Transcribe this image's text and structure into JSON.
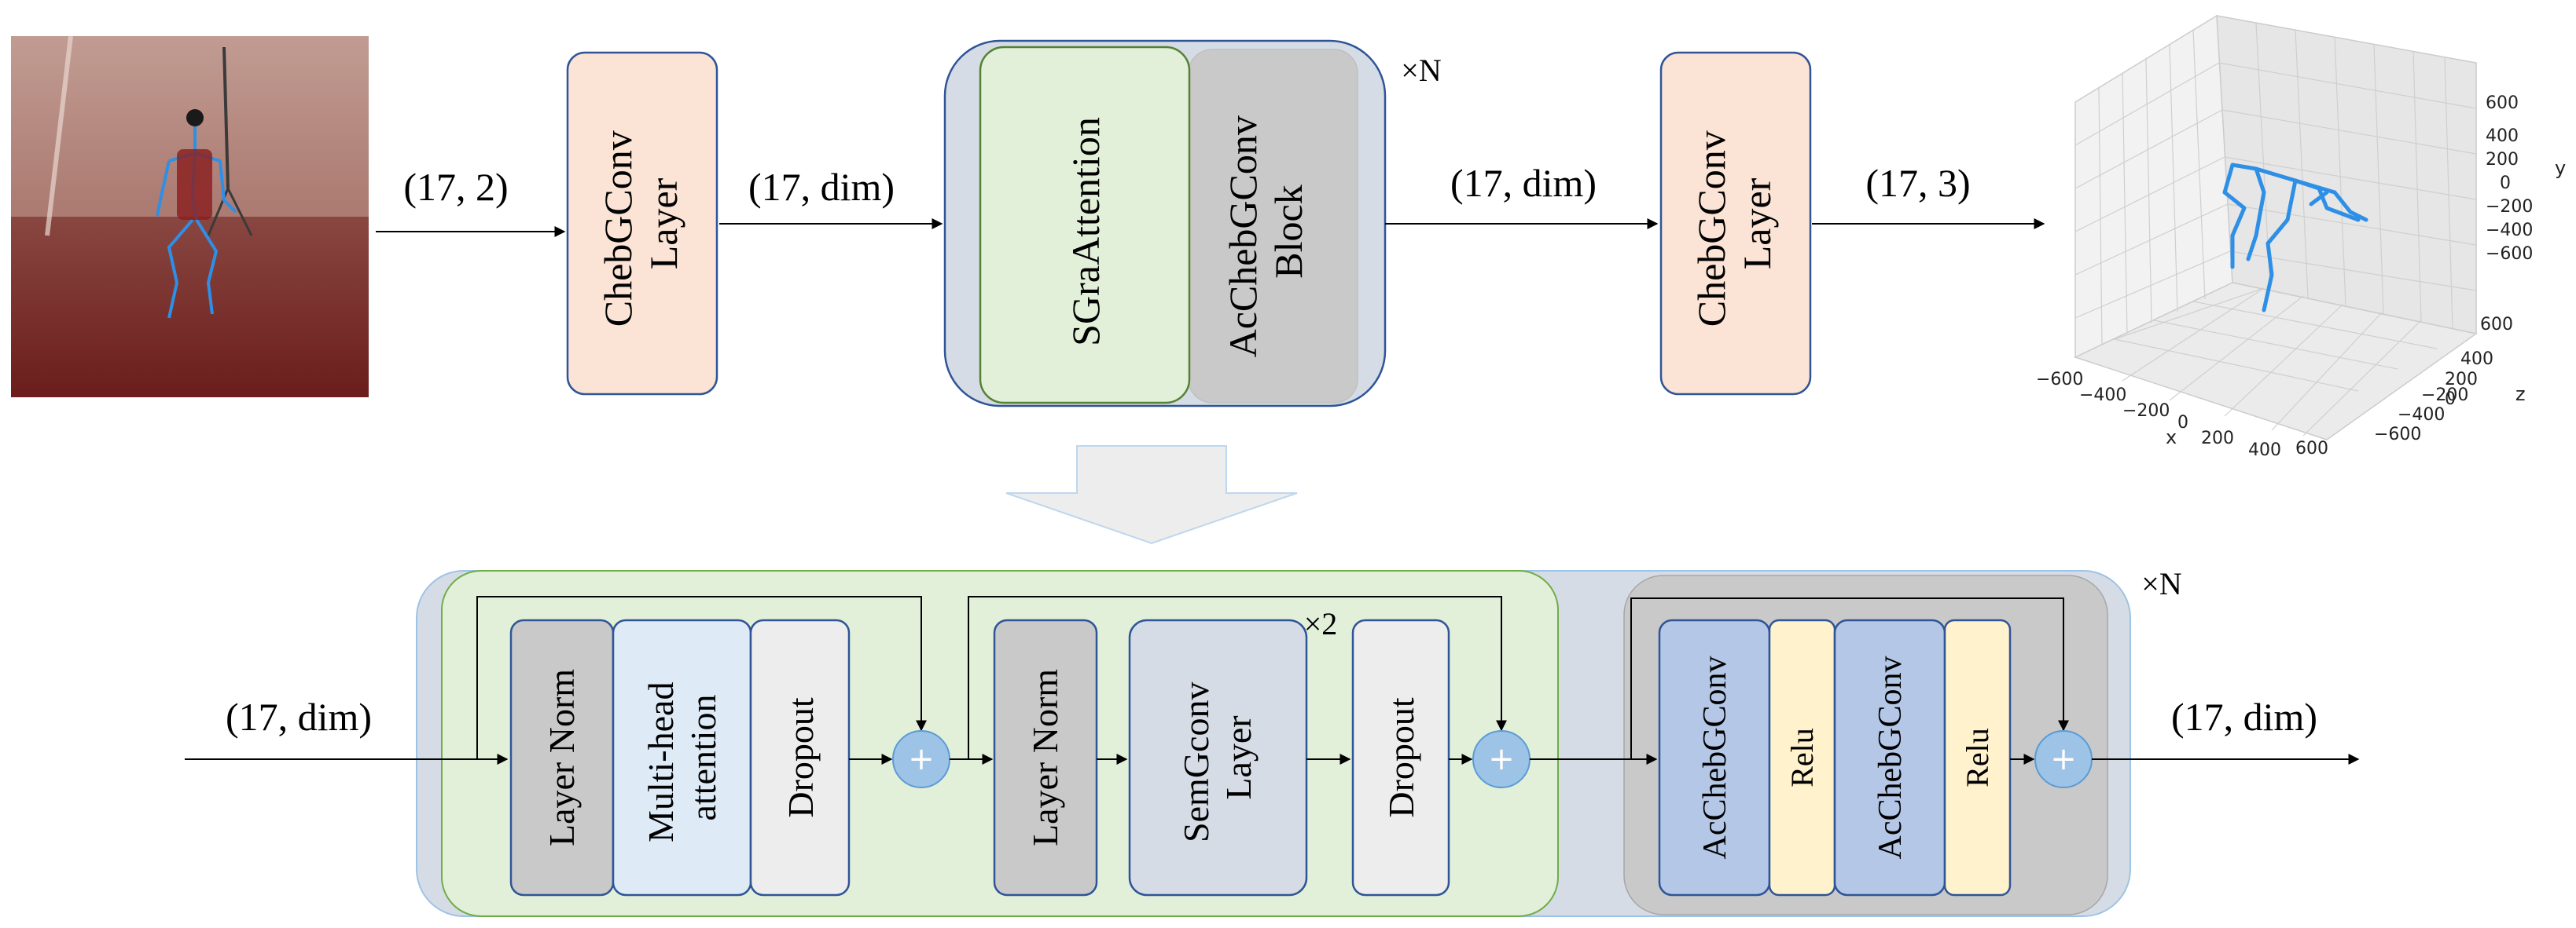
{
  "top_row": {
    "input_shape": "(17, 2)",
    "first_layer": [
      "ChebGConv",
      "Layer"
    ],
    "shape_after_first": "(17, dim)",
    "attention_block": "SGraAttention",
    "conv_block": [
      "AcChebGConv",
      "Block"
    ],
    "repeat_outer": "×N",
    "shape_after_blocks": "(17, dim)",
    "last_layer": [
      "ChebGConv",
      "Layer"
    ],
    "output_shape": "(17, 3)"
  },
  "plot3d": {
    "x_label": "x",
    "y_label": "y",
    "z_label": "z",
    "x_ticks": [
      "−600",
      "−400",
      "−200",
      "0",
      "200",
      "400",
      "600"
    ],
    "y_ticks": [
      "600",
      "400",
      "200",
      "0",
      "−200",
      "−400",
      "−600"
    ],
    "z_ticks": [
      "600",
      "400",
      "200",
      "0",
      "−200",
      "−400",
      "−600"
    ]
  },
  "bottom_row": {
    "input_shape": "(17, dim)",
    "layer_norm_1": "Layer Norm",
    "mha": [
      "Multi-head",
      "attention"
    ],
    "dropout_1": "Dropout",
    "plus": "+",
    "layer_norm_2": "Layer Norm",
    "semgconv": [
      "SemGconv",
      "Layer"
    ],
    "repeat_semgconv": "×2",
    "dropout_2": "Dropout",
    "acheb_1": "AcChebGConv",
    "relu_1": "Relu",
    "acheb_2": "AcChebGConv",
    "relu_2": "Relu",
    "repeat_inner": "×N",
    "output_shape": "(17, dim)"
  },
  "colors": {
    "peach": "#FBE4D5",
    "group_blue": "#D6DCE5",
    "attention_green": "#E2F0D9",
    "block_gray": "#C9C9C9",
    "light_blue_box": "#DEEBF7",
    "light_gray_box": "#EDEDED",
    "acheb_blue": "#B4C7E7",
    "relu_yellow": "#FFF2CC",
    "plus_blue": "#9DC3E6",
    "skeleton": "#2E8FE6"
  }
}
